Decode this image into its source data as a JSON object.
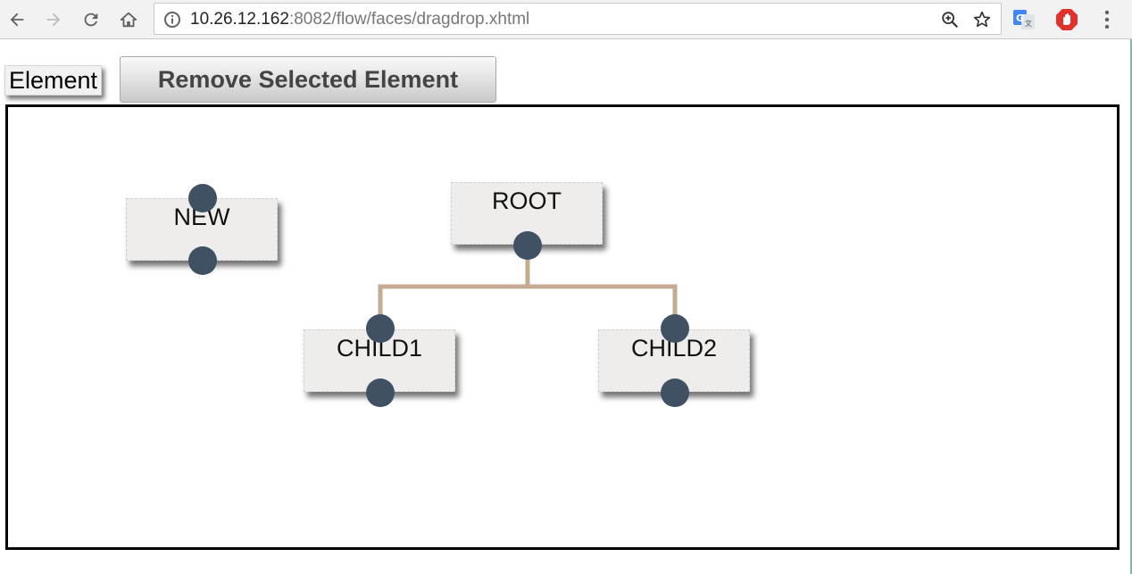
{
  "browser": {
    "url_host": "10.26.12.162",
    "url_path": ":8082/flow/faces/dragdrop.xhtml",
    "icons": [
      "back-arrow-icon",
      "forward-arrow-icon",
      "reload-icon",
      "home-icon",
      "info-icon",
      "zoom-icon",
      "star-icon",
      "translate-icon",
      "adblock-icon",
      "menu-dots-icon"
    ]
  },
  "toolbar": {
    "element_label": "Element",
    "remove_label": "Remove Selected Element"
  },
  "diagram": {
    "nodes": [
      {
        "id": "new",
        "label": "NEW"
      },
      {
        "id": "root",
        "label": "ROOT"
      },
      {
        "id": "child1",
        "label": "CHILD1"
      },
      {
        "id": "child2",
        "label": "CHILD2"
      }
    ],
    "edges": [
      {
        "from": "root",
        "to": "child1"
      },
      {
        "from": "root",
        "to": "child2"
      }
    ],
    "colors": {
      "port": "#3f5163",
      "edge": "#c4ab92",
      "node_fill": "#eeedeb",
      "border": "#000000"
    }
  }
}
